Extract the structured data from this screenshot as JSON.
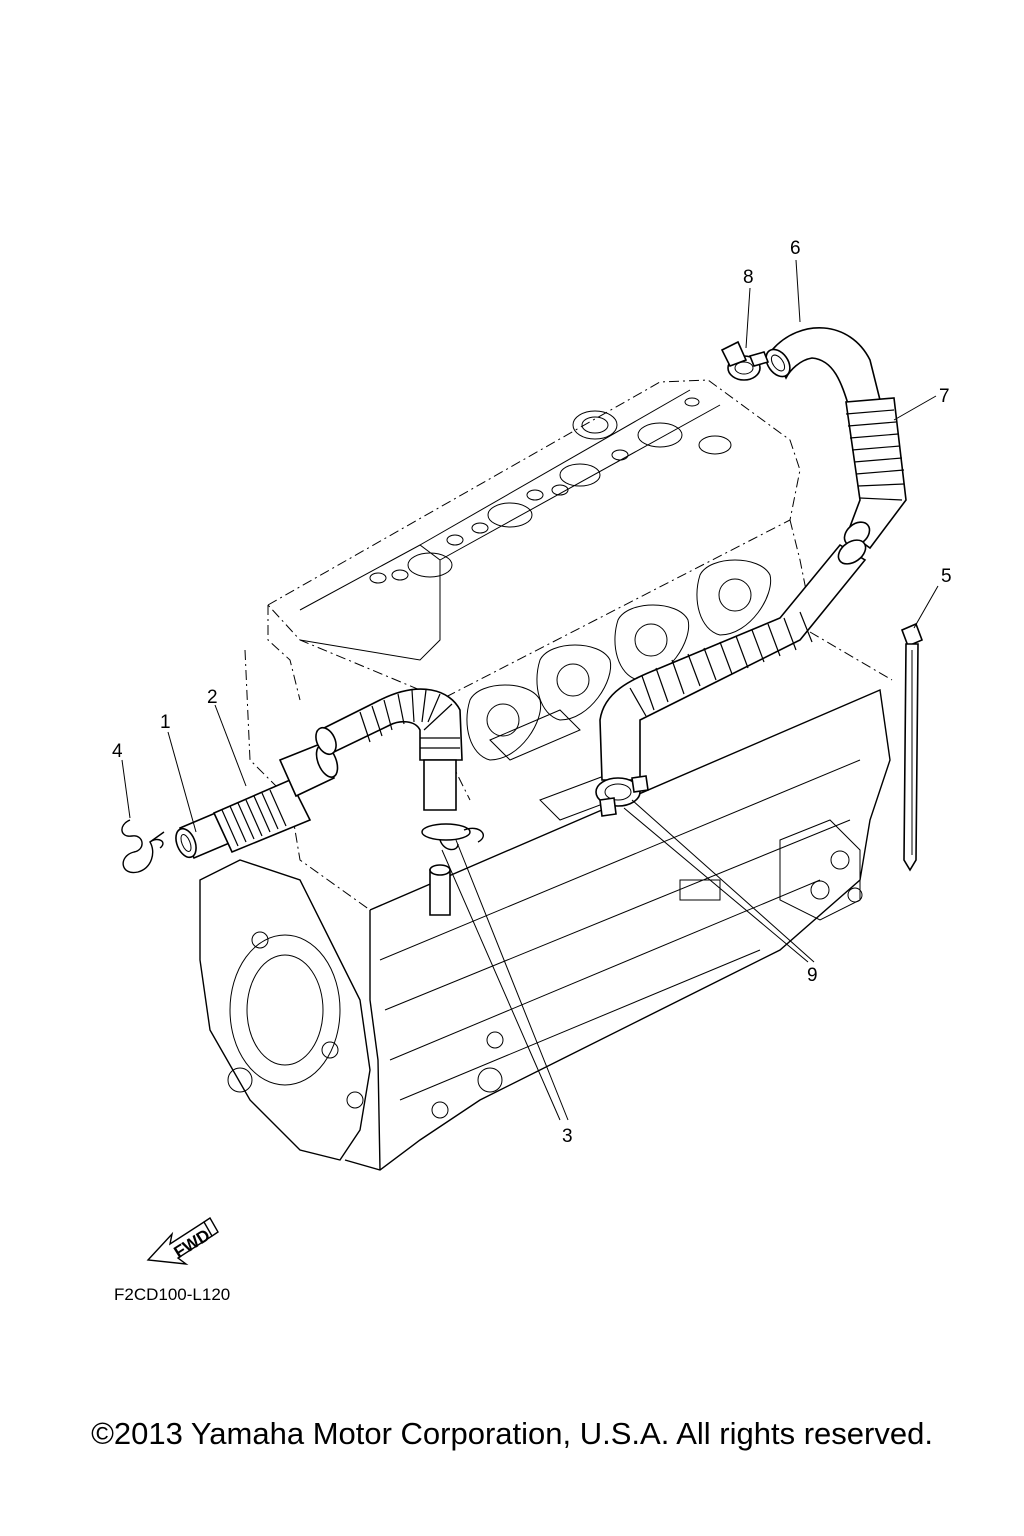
{
  "callouts": [
    {
      "id": "1",
      "label": "1"
    },
    {
      "id": "2",
      "label": "2"
    },
    {
      "id": "3",
      "label": "3"
    },
    {
      "id": "4",
      "label": "4"
    },
    {
      "id": "5",
      "label": "5"
    },
    {
      "id": "6",
      "label": "6"
    },
    {
      "id": "7",
      "label": "7"
    },
    {
      "id": "8",
      "label": "8"
    },
    {
      "id": "9",
      "label": "9"
    }
  ],
  "fwd_label": "FWD",
  "diagram_code": "F2CD100-L120",
  "copyright": "©2013 Yamaha Motor Corporation, U.S.A. All rights reserved."
}
